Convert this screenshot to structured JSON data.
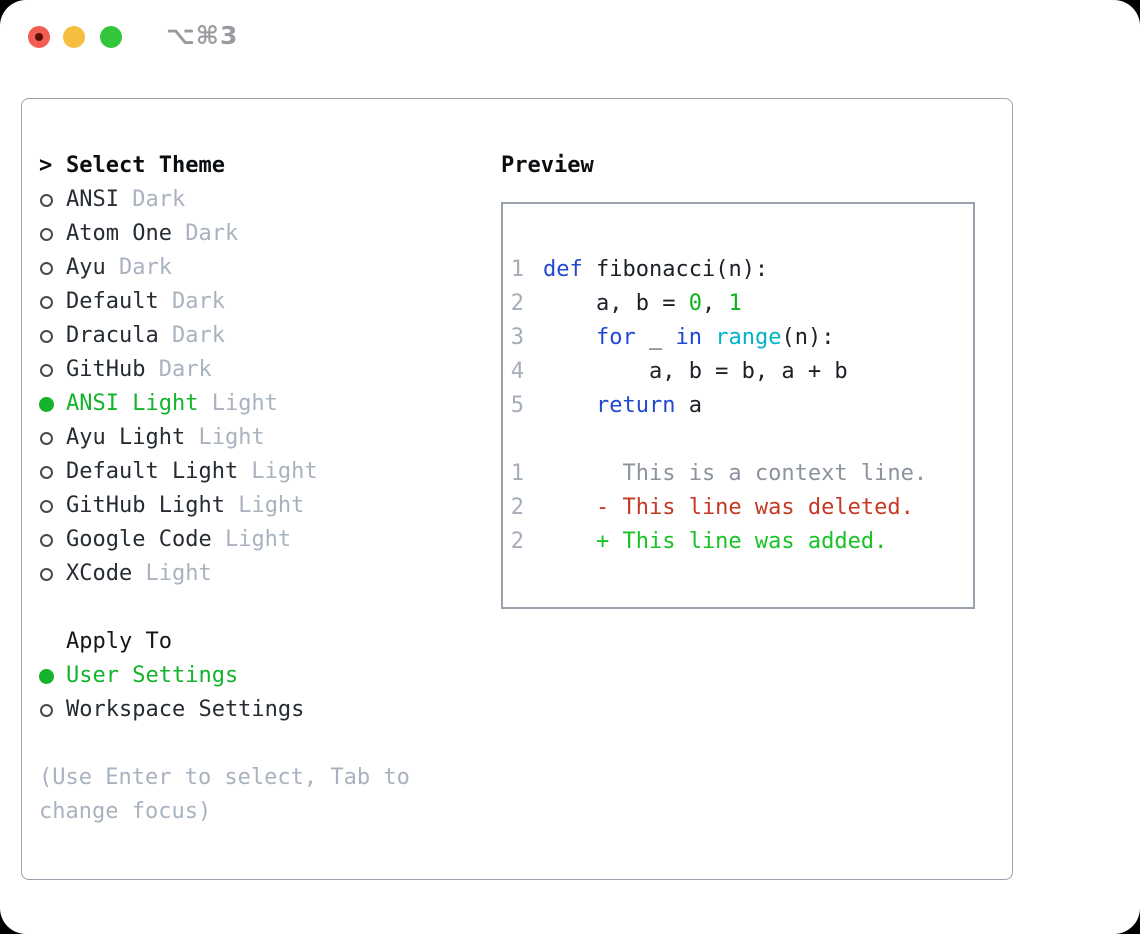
{
  "window": {
    "title_shortcut": "⌥⌘3"
  },
  "colors": {
    "accent_selected_green": "#14b32c",
    "keyword_blue": "#2148d1",
    "function_cyan": "#00b5c8",
    "number_green": "#0db31b",
    "added_green": "#19c227",
    "deleted_red": "#c43a24",
    "muted_gray": "#a9b2bf",
    "border_gray": "#98a2ac",
    "traffic_close": "#f25c51",
    "traffic_min": "#f6be40",
    "traffic_zoom": "#33c53c"
  },
  "theme_select": {
    "prompt": ">",
    "title": "Select Theme",
    "items": [
      {
        "name": "ANSI",
        "variant": "Dark",
        "selected": false
      },
      {
        "name": "Atom One",
        "variant": "Dark",
        "selected": false
      },
      {
        "name": "Ayu",
        "variant": "Dark",
        "selected": false
      },
      {
        "name": "Default",
        "variant": "Dark",
        "selected": false
      },
      {
        "name": "Dracula",
        "variant": "Dark",
        "selected": false
      },
      {
        "name": "GitHub",
        "variant": "Dark",
        "selected": false
      },
      {
        "name": "ANSI Light",
        "variant": "Light",
        "selected": true
      },
      {
        "name": "Ayu Light",
        "variant": "Light",
        "selected": false
      },
      {
        "name": "Default Light",
        "variant": "Light",
        "selected": false
      },
      {
        "name": "GitHub Light",
        "variant": "Light",
        "selected": false
      },
      {
        "name": "Google Code",
        "variant": "Light",
        "selected": false
      },
      {
        "name": "XCode",
        "variant": "Light",
        "selected": false
      }
    ]
  },
  "apply_to": {
    "title": "Apply To",
    "options": [
      {
        "label": "User Settings",
        "selected": true
      },
      {
        "label": "Workspace Settings",
        "selected": false
      }
    ]
  },
  "help": {
    "line1": "(Use Enter to select, Tab to",
    "line2": "change focus)"
  },
  "preview": {
    "title": "Preview",
    "lines": [
      {
        "num": "1",
        "segments": [
          {
            "text": "def",
            "cls": "kw"
          },
          {
            "text": " fibonacci(n):",
            "cls": "pl"
          }
        ]
      },
      {
        "num": "2",
        "segments": [
          {
            "text": "    a, b = ",
            "cls": "pl"
          },
          {
            "text": "0",
            "cls": "num"
          },
          {
            "text": ", ",
            "cls": "pl"
          },
          {
            "text": "1",
            "cls": "num"
          }
        ]
      },
      {
        "num": "3",
        "segments": [
          {
            "text": "    ",
            "cls": "pl"
          },
          {
            "text": "for",
            "cls": "kw"
          },
          {
            "text": " _ ",
            "cls": "pl"
          },
          {
            "text": "in",
            "cls": "kw"
          },
          {
            "text": " ",
            "cls": "pl"
          },
          {
            "text": "range",
            "cls": "fn"
          },
          {
            "text": "(n):",
            "cls": "pl"
          }
        ]
      },
      {
        "num": "4",
        "segments": [
          {
            "text": "        a, b = b, a + b",
            "cls": "pl"
          }
        ]
      },
      {
        "num": "5",
        "segments": [
          {
            "text": "    ",
            "cls": "pl"
          },
          {
            "text": "return",
            "cls": "kw"
          },
          {
            "text": " a",
            "cls": "pl"
          }
        ]
      },
      {
        "num": "",
        "segments": []
      },
      {
        "num": "1",
        "segments": [
          {
            "text": "      This is a context line.",
            "cls": "ctx"
          }
        ]
      },
      {
        "num": "2",
        "segments": [
          {
            "text": "    - This line was deleted.",
            "cls": "del"
          }
        ]
      },
      {
        "num": "2",
        "segments": [
          {
            "text": "    + This line was added.",
            "cls": "add"
          }
        ]
      }
    ]
  }
}
